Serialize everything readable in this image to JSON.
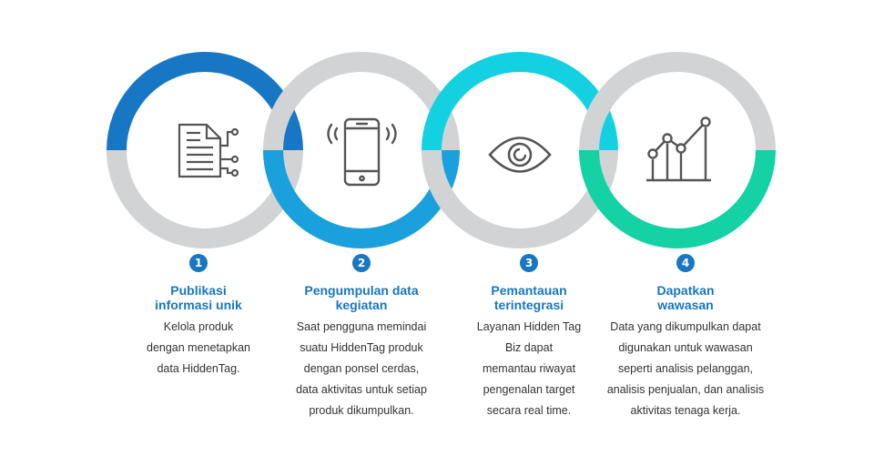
{
  "colors": {
    "ring_gray": "#d2d3d5",
    "ring_blue_dark": "#1777c4",
    "ring_blue": "#1aa0dd",
    "ring_cyan": "#14d1e2",
    "ring_green": "#14d2a3",
    "icon_gray": "#555555",
    "accent": "#1777c4"
  },
  "steps": [
    {
      "number": "1",
      "icon": "document-circuit-icon",
      "title": [
        "Publikasi",
        "informasi unik"
      ],
      "desc": [
        "Kelola produk",
        "dengan menetapkan",
        "data HiddenTag."
      ]
    },
    {
      "number": "2",
      "icon": "smartphone-signal-icon",
      "title": [
        "Pengumpulan data",
        "kegiatan"
      ],
      "desc": [
        "Saat pengguna memindai",
        "suatu HiddenTag  produk",
        "dengan ponsel cerdas,",
        "data aktivitas untuk setiap",
        "produk dikumpulkan."
      ]
    },
    {
      "number": "3",
      "icon": "eye-icon",
      "title": [
        "Pemantauan",
        "terintegrasi"
      ],
      "desc": [
        "Layanan Hidden Tag",
        "Biz dapat",
        "memantau riwayat",
        "pengenalan target",
        "secara real time."
      ]
    },
    {
      "number": "4",
      "icon": "line-chart-icon",
      "title": [
        "Dapatkan",
        "wawasan"
      ],
      "desc": [
        "Data yang dikumpulkan dapat",
        "digunakan untuk wawasan",
        "seperti analisis pelanggan,",
        "analisis penjualan, dan analisis",
        "aktivitas tenaga kerja."
      ]
    }
  ]
}
